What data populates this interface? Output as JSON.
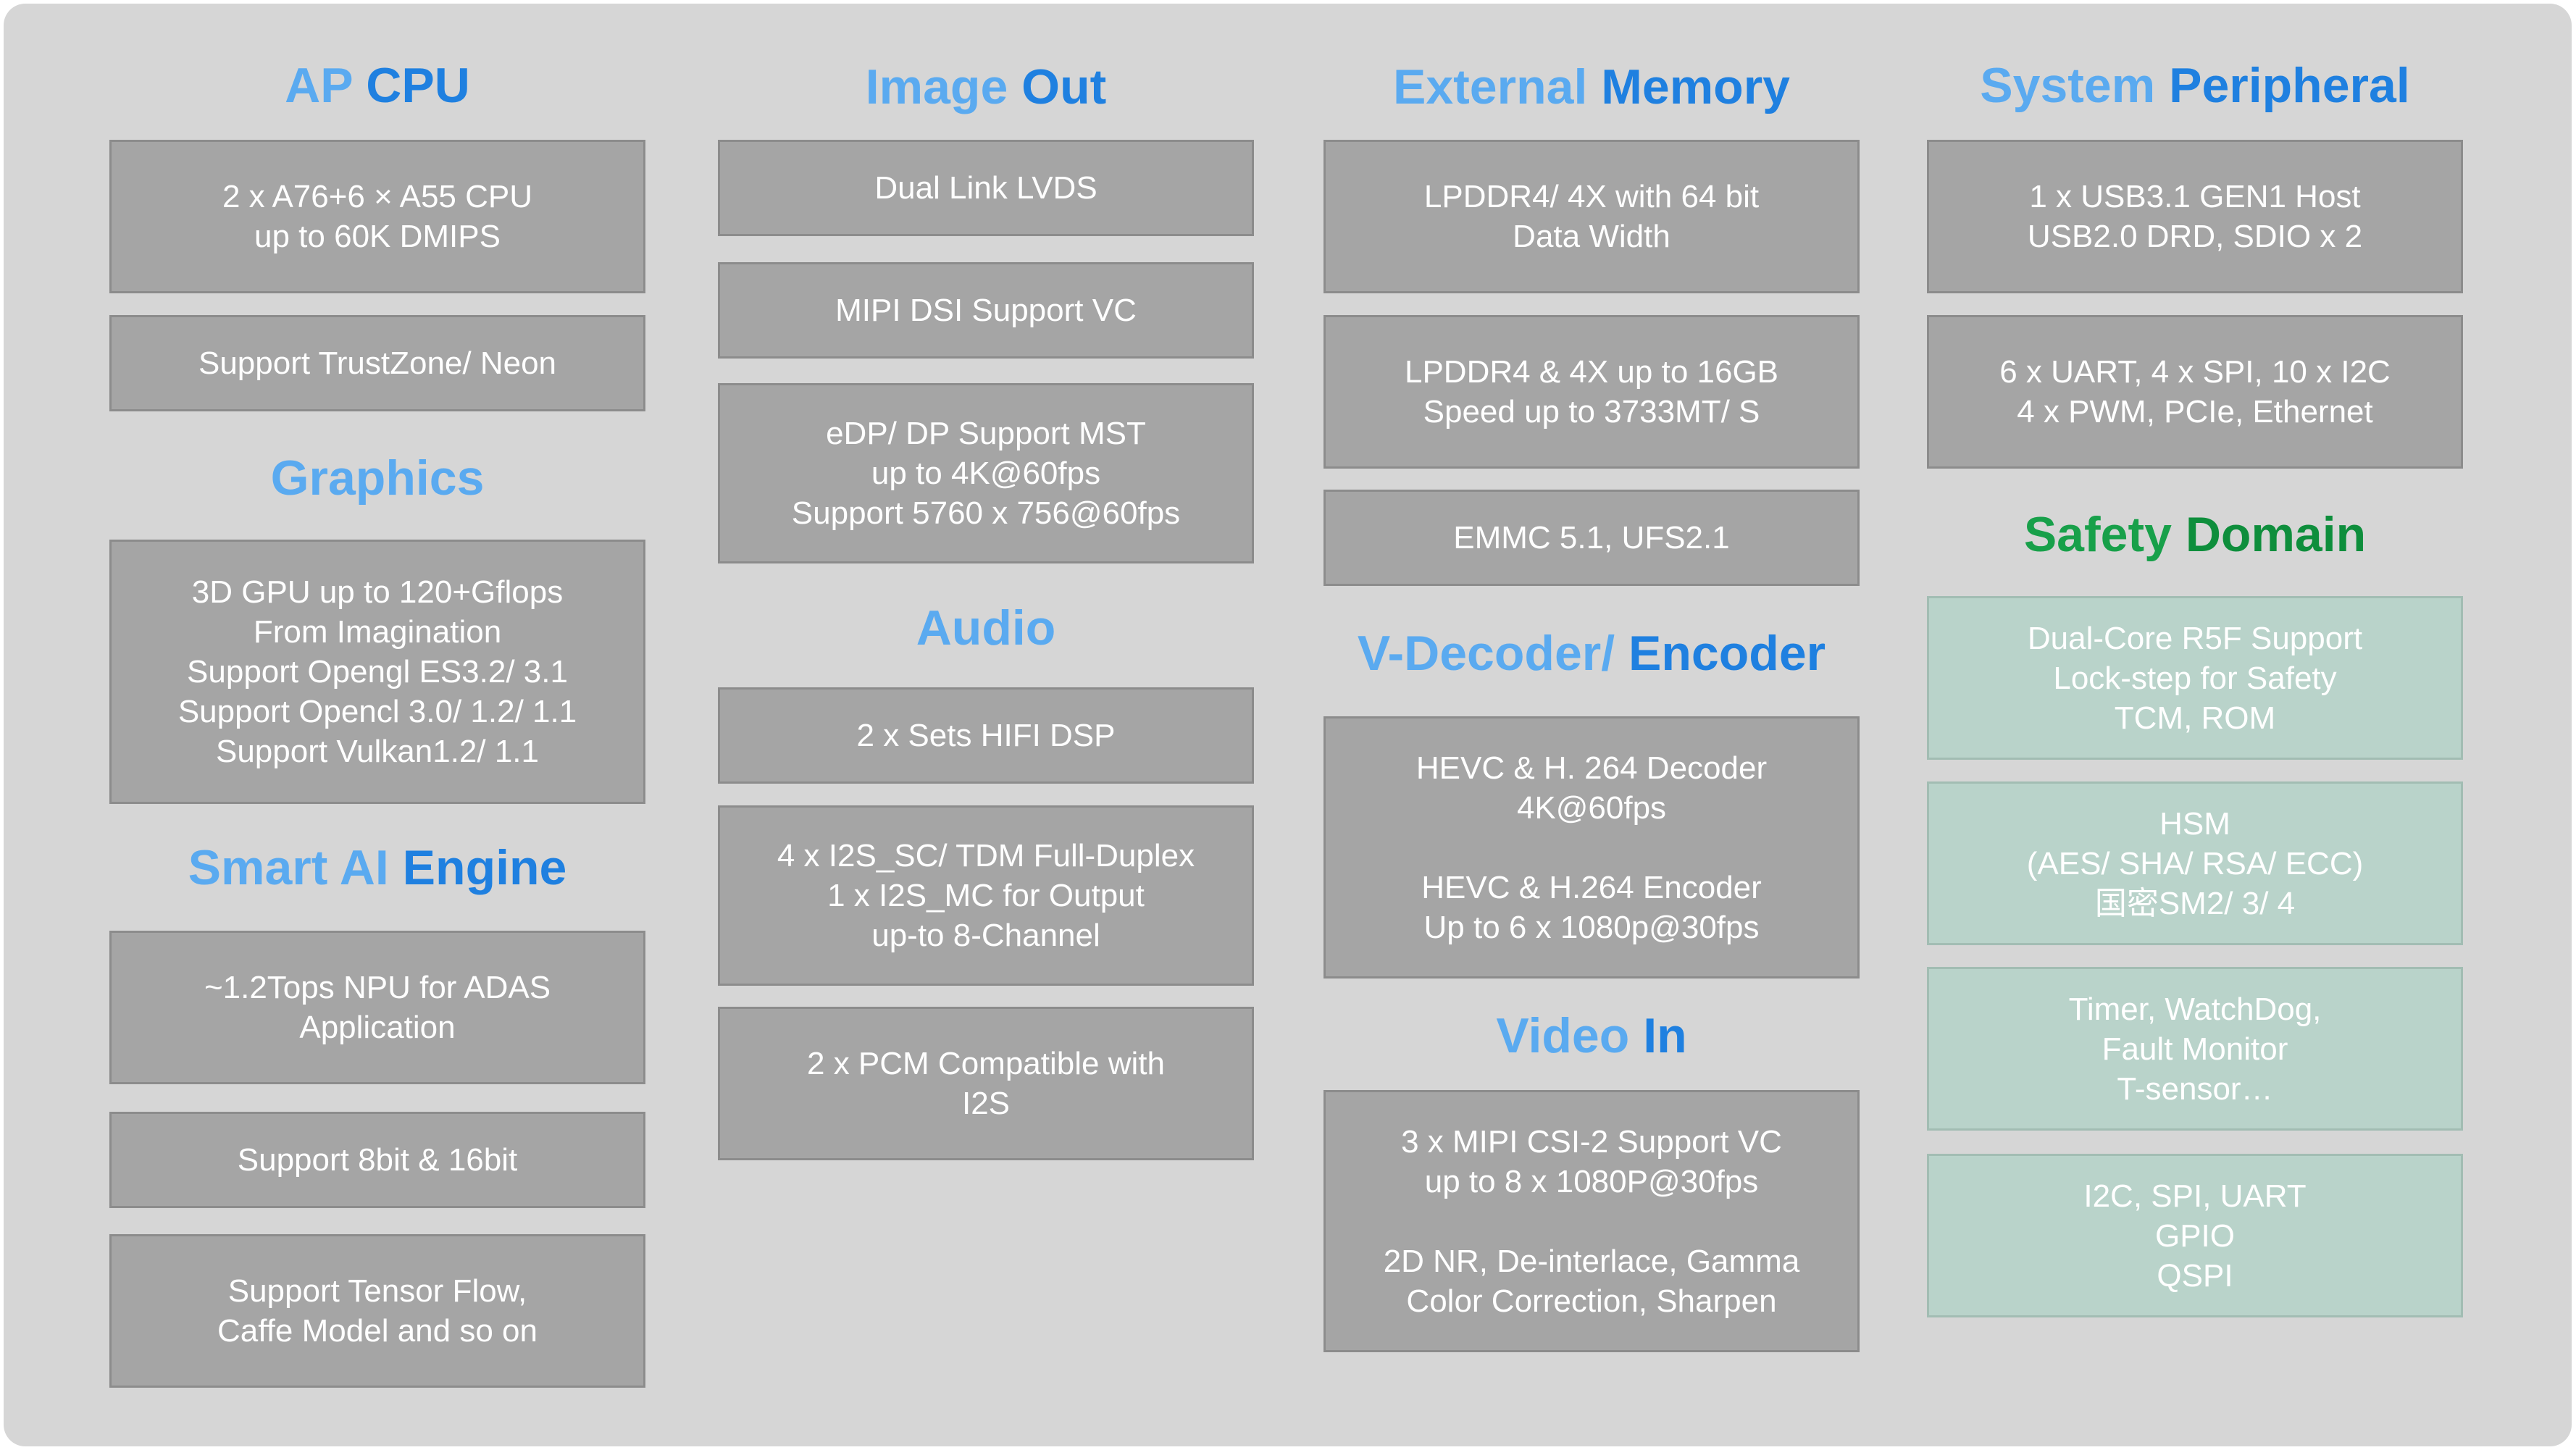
{
  "sections": {
    "ap_cpu": {
      "title_a": "AP",
      "title_b": "CPU",
      "items": [
        "2 x A76+6 × A55 CPU\nup to 60K DMIPS",
        "Support TrustZone/ Neon"
      ]
    },
    "graphics": {
      "title_a": "Graphics",
      "items": [
        "3D GPU up to 120+Gflops\nFrom Imagination\nSupport Opengl ES3.2/ 3.1\nSupport Opencl 3.0/ 1.2/ 1.1\nSupport Vulkan1.2/ 1.1"
      ]
    },
    "smart_ai": {
      "title_a": "Smart",
      "title_b": "AI",
      "title_c": "Engine",
      "items": [
        "~1.2Tops NPU for ADAS\nApplication",
        "Support 8bit & 16bit",
        "Support Tensor Flow,\nCaffe Model and so on"
      ]
    },
    "image_out": {
      "title_a": "Image",
      "title_b": "Out",
      "items": [
        "Dual Link LVDS",
        "MIPI DSI Support VC",
        "eDP/ DP Support MST\nup to 4K@60fps\nSupport 5760 x 756@60fps"
      ]
    },
    "audio": {
      "title_a": "Audio",
      "items": [
        "2 x Sets HIFI DSP",
        "4 x  I2S_SC/ TDM Full-Duplex\n1 x  I2S_MC for Output\nup-to 8-Channel",
        "2 x  PCM Compatible with\nI2S"
      ]
    },
    "external_memory": {
      "title_a": "External",
      "title_b": "Memory",
      "items": [
        "LPDDR4/ 4X with 64 bit\nData Width",
        "LPDDR4 & 4X up to 16GB\nSpeed up to 3733MT/ S",
        "EMMC 5.1, UFS2.1"
      ]
    },
    "vdecoder": {
      "title_a": "V-Decoder/",
      "title_b": "Encoder",
      "items": [
        "HEVC & H. 264 Decoder\n4K@60fps\n\nHEVC & H.264 Encoder\nUp to 6 x 1080p@30fps"
      ]
    },
    "video_in": {
      "title_a": "Video",
      "title_b": "In",
      "items": [
        "3 x MIPI CSI-2  Support VC\nup to 8 x 1080P@30fps\n\n2D NR, De-interlace, Gamma\nColor Correction, Sharpen"
      ]
    },
    "system_peripheral": {
      "title_a": "System",
      "title_b": "Peripheral",
      "items": [
        "1 x USB3.1 GEN1 Host\nUSB2.0 DRD, SDIO x 2",
        "6 x UART, 4 x SPI, 10 x I2C\n4 x PWM, PCIe, Ethernet"
      ]
    },
    "safety_domain": {
      "title_a": "Safety",
      "title_b": "Domain",
      "items": [
        "Dual-Core R5F Support\nLock-step for Safety\nTCM, ROM",
        "HSM\n(AES/ SHA/ RSA/ ECC)\n国密SM2/ 3/ 4",
        "Timer, WatchDog,\nFault Monitor\nT-sensor…",
        "I2C, SPI, UART\nGPIO\nQSPI"
      ]
    }
  },
  "colors": {
    "panel_bg": "#d6d6d6",
    "box_gray": "#a5a5a5",
    "box_safety": "#b9d3ca",
    "heading_light_blue": "#5aaaf0",
    "heading_blue": "#1f80e0",
    "heading_green": "#18a04a",
    "box_text": "#ffffff"
  }
}
